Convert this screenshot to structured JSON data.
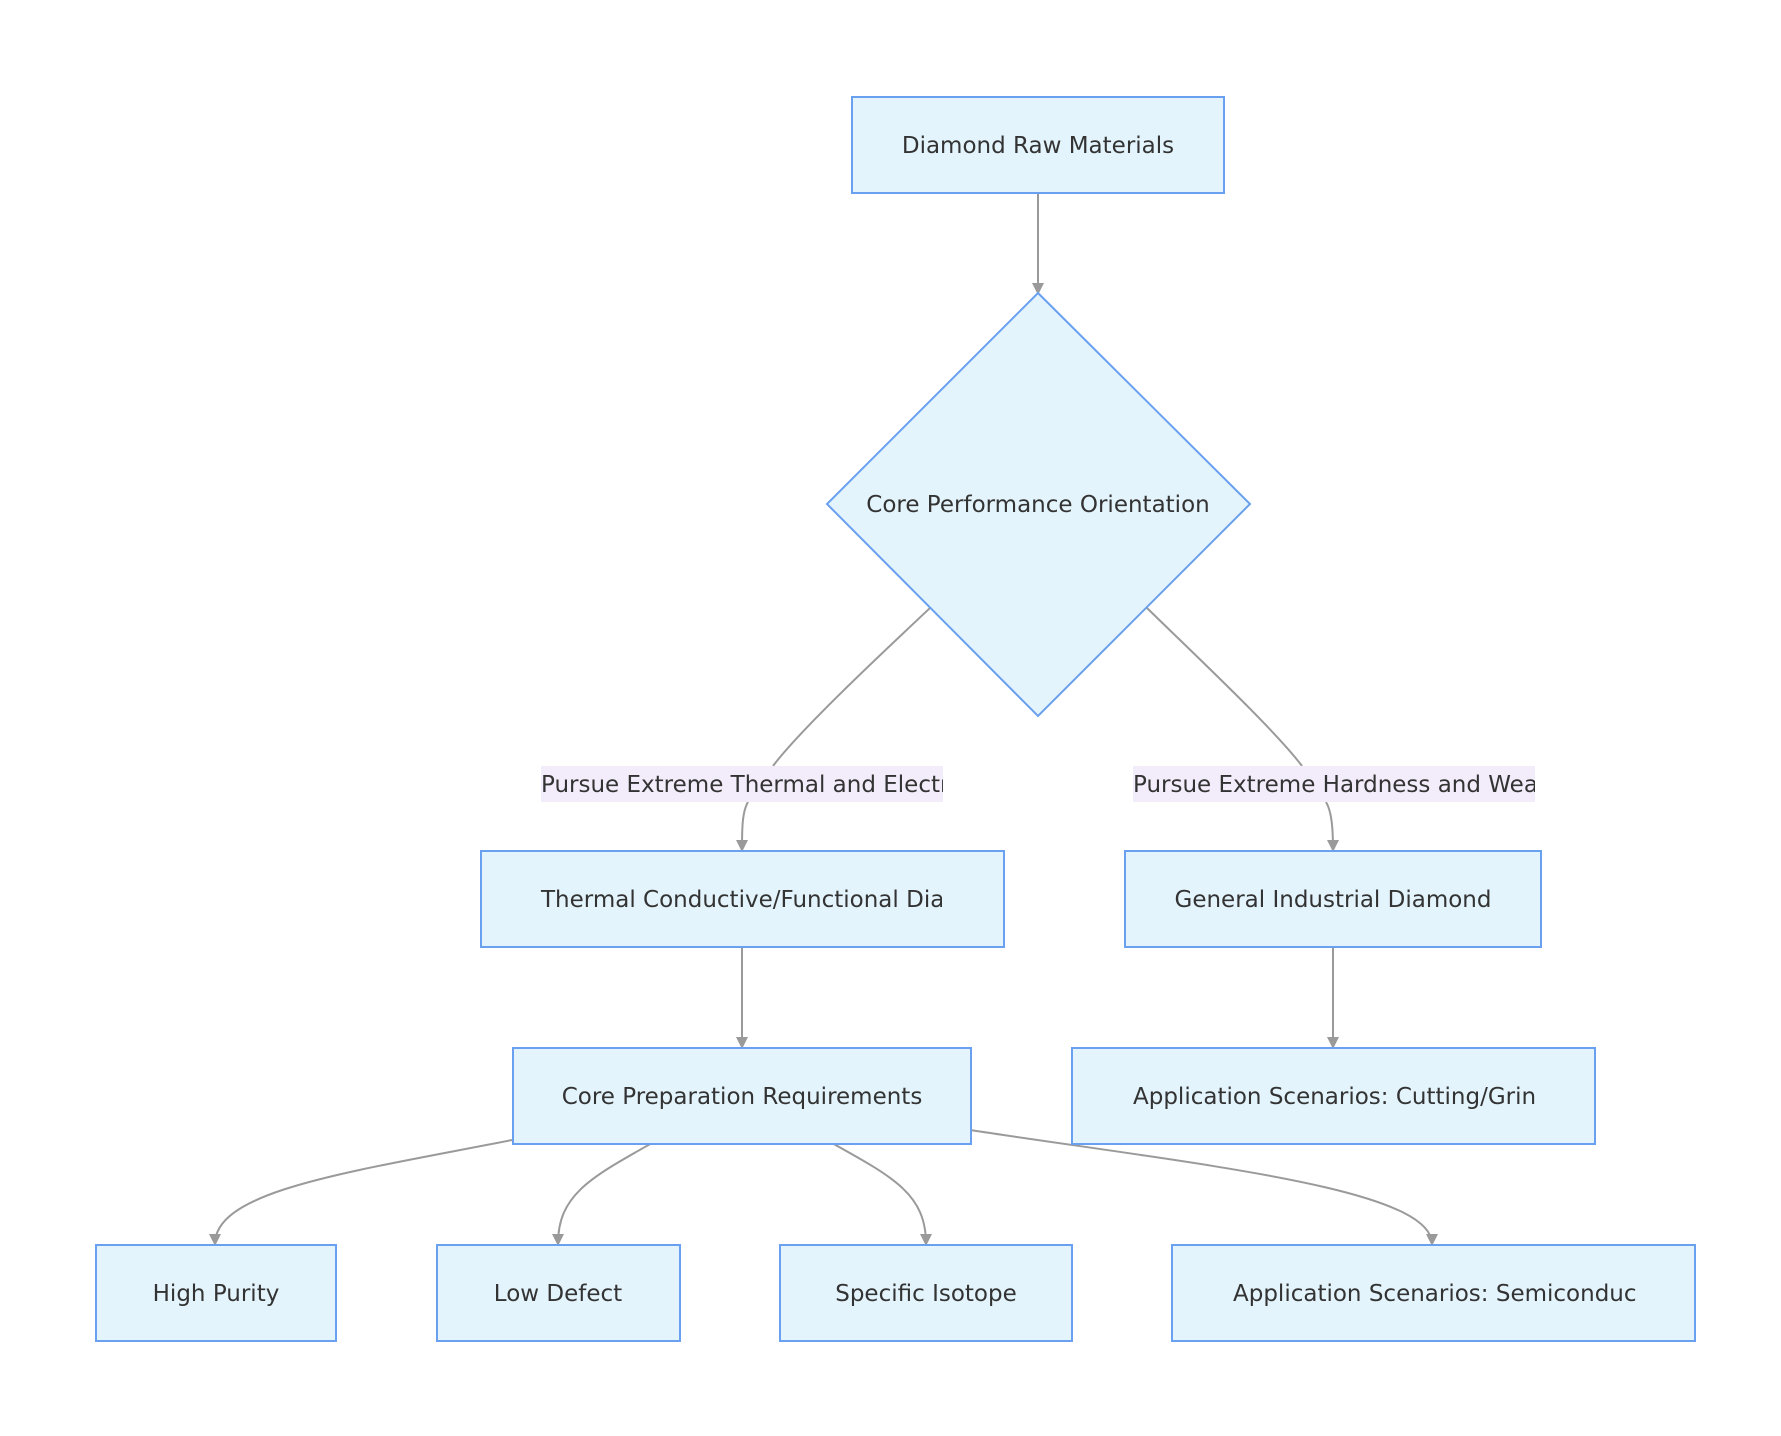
{
  "diagram": {
    "nodes": {
      "raw": "Diamond Raw Materials",
      "core_perf": "Core Performance Orientation",
      "thermal": "Thermal Conductive/Functional Diam",
      "general": "General Industrial Diamond",
      "prep": "Core Preparation Requirements",
      "cutting": "Application Scenarios: Cutting/Grindi",
      "purity": "High Purity",
      "defect": "Low Defect",
      "isotope": "Specific Isotope",
      "semi": "Application Scenarios: Semiconductor"
    },
    "edge_labels": {
      "thermal": "Pursue Extreme Thermal and Electric",
      "hardness": "Pursue Extreme Hardness and Wear R"
    },
    "colors": {
      "node_fill": "#e3f4fc",
      "node_stroke": "#6aa0f0",
      "edge": "#9a9a9a",
      "edge_label_bg": "#f3ecfa",
      "text": "#333333"
    }
  }
}
